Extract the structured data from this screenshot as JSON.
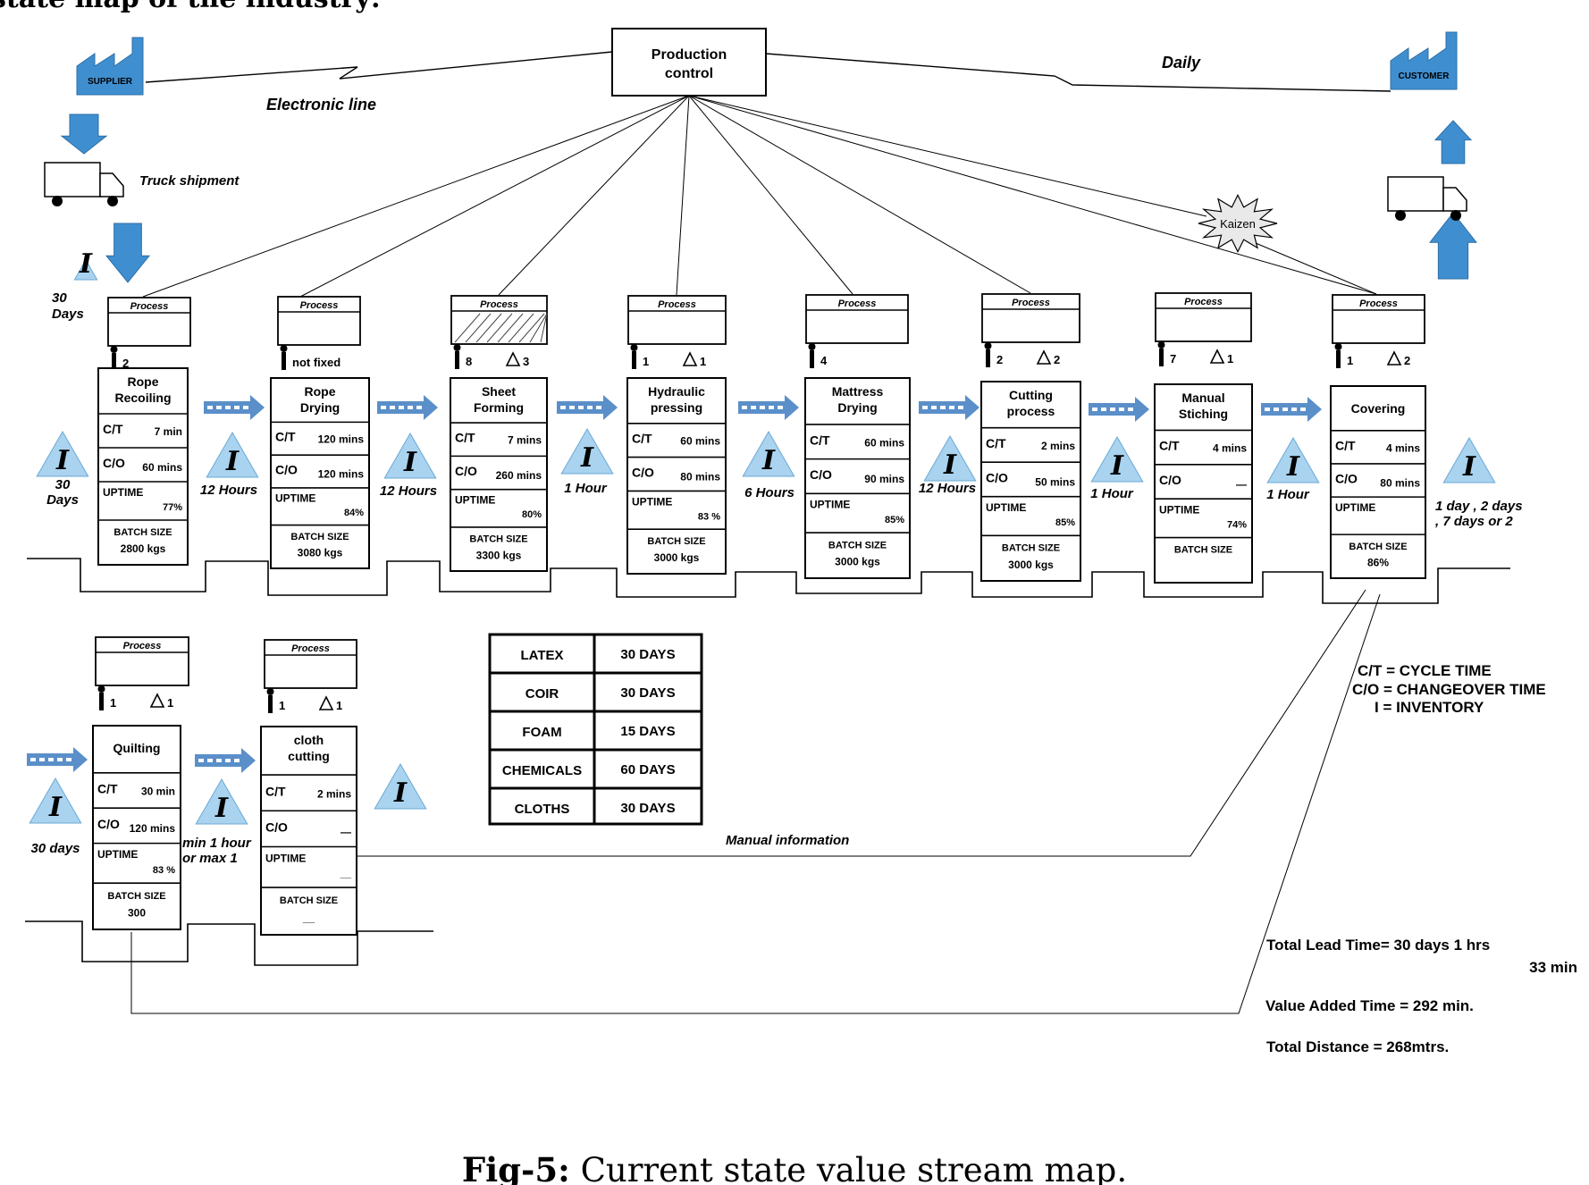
{
  "header_fragment": "state map of the industry:",
  "production_control": [
    "Production",
    "control"
  ],
  "supplier_label": "SUPPLIER",
  "customer_label": "CUSTOMER",
  "electronic_line": "Electronic line",
  "daily": "Daily",
  "truck_shipment": "Truck shipment",
  "kaizen": "Kaizen",
  "process_tag": "Process",
  "start_inventory": {
    "qty": [
      "30",
      "Days"
    ]
  },
  "processes": [
    {
      "name": [
        "Rope",
        "Recoiling"
      ],
      "operators": "2",
      "machines": "",
      "ct": "7 min",
      "co": "60 mins",
      "uptime": "77%",
      "batch_label": "BATCH SIZE",
      "batch": "2800 kgs"
    },
    {
      "name": [
        "Rope",
        "Drying"
      ],
      "operators": "not fixed",
      "machines": "",
      "ct": "120 mins",
      "co": "120 mins",
      "uptime": "84%",
      "batch_label": "BATCH SIZE",
      "batch": "3080 kgs"
    },
    {
      "name": [
        "Sheet",
        "Forming"
      ],
      "operators": "8",
      "machines": "3",
      "ct": "7 mins",
      "co": "260 mins",
      "uptime": "80%",
      "batch_label": "BATCH SIZE",
      "batch": "3300 kgs"
    },
    {
      "name": [
        "Hydraulic",
        "pressing"
      ],
      "operators": "1",
      "machines": "1",
      "ct": "60 mins",
      "co": "80 mins",
      "uptime": "83 %",
      "batch_label": "BATCH SIZE",
      "batch": "3000 kgs"
    },
    {
      "name": [
        "Mattress",
        "Drying"
      ],
      "operators": "4",
      "machines": "",
      "ct": "60 mins",
      "co": "90 mins",
      "uptime": "85%",
      "batch_label": "BATCH SIZE",
      "batch": "3000 kgs"
    },
    {
      "name": [
        "Cutting",
        "process"
      ],
      "operators": "2",
      "machines": "2",
      "ct": "2 mins",
      "co": "50 mins",
      "uptime": "85%",
      "batch_label": "BATCH SIZE",
      "batch": "3000 kgs"
    },
    {
      "name": [
        "Manual",
        "Stiching"
      ],
      "operators": "7",
      "machines": "1",
      "ct": "4 mins",
      "co": "—",
      "uptime": "74%",
      "batch_label": "BATCH SIZE",
      "batch": ""
    },
    {
      "name": [
        "Covering"
      ],
      "operators": "1",
      "machines": "2",
      "ct": "4 mins",
      "co": "80 mins",
      "uptime": "",
      "batch_label": "BATCH SIZE",
      "batch": "86%"
    },
    {
      "name": [
        "Quilting"
      ],
      "operators": "1",
      "machines": "1",
      "ct": "30 min",
      "co": "120 mins",
      "uptime": "83 %",
      "batch_label": "BATCH SIZE",
      "batch": "300"
    },
    {
      "name": [
        "cloth",
        "cutting"
      ],
      "operators": "1",
      "machines": "1",
      "ct": "2 mins",
      "co": "—",
      "uptime": "__",
      "batch_label": "BATCH SIZE",
      "batch": "__"
    }
  ],
  "inventories": [
    {
      "lines": [
        "30",
        "Days"
      ]
    },
    {
      "lines": [
        "12 Hours"
      ]
    },
    {
      "lines": [
        "12 Hours"
      ]
    },
    {
      "lines": [
        "1 Hour"
      ]
    },
    {
      "lines": [
        "6 Hours"
      ]
    },
    {
      "lines": [
        "12 Hours"
      ]
    },
    {
      "lines": [
        "1 Hour"
      ]
    },
    {
      "lines": [
        "1 Hour"
      ]
    },
    {
      "lines": [
        "1 day , 2 days",
        ", 7 days or 2"
      ]
    },
    {
      "lines": [
        "30 days"
      ]
    },
    {
      "lines": [
        "min 1 hour",
        "or max 1"
      ]
    },
    {
      "lines": []
    }
  ],
  "materials": [
    {
      "name": "LATEX",
      "days": "30 DAYS"
    },
    {
      "name": "COIR",
      "days": "30 DAYS"
    },
    {
      "name": "FOAM",
      "days": "15 DAYS"
    },
    {
      "name": "CHEMICALS",
      "days": "60 DAYS"
    },
    {
      "name": "CLOTHS",
      "days": "30 DAYS"
    }
  ],
  "manual_information": "Manual information",
  "legend": [
    "C/T = CYCLE TIME",
    "C/O = CHANGEOVER TIME",
    "I = INVENTORY"
  ],
  "summary": {
    "lead_time": [
      "Total Lead Time= 30 days 1 hrs",
      "33 min"
    ],
    "value_added": "Value Added Time = 292 min.",
    "distance": "Total Distance = 268mtrs."
  },
  "caption": {
    "label": "Fig-5:",
    "text": " Current state value stream map."
  },
  "colors": {
    "accent": "#3f8fd0",
    "inventory_fill": "#a9d3ef",
    "arrow_fill": "#5a8fc9",
    "line": "#000000"
  }
}
